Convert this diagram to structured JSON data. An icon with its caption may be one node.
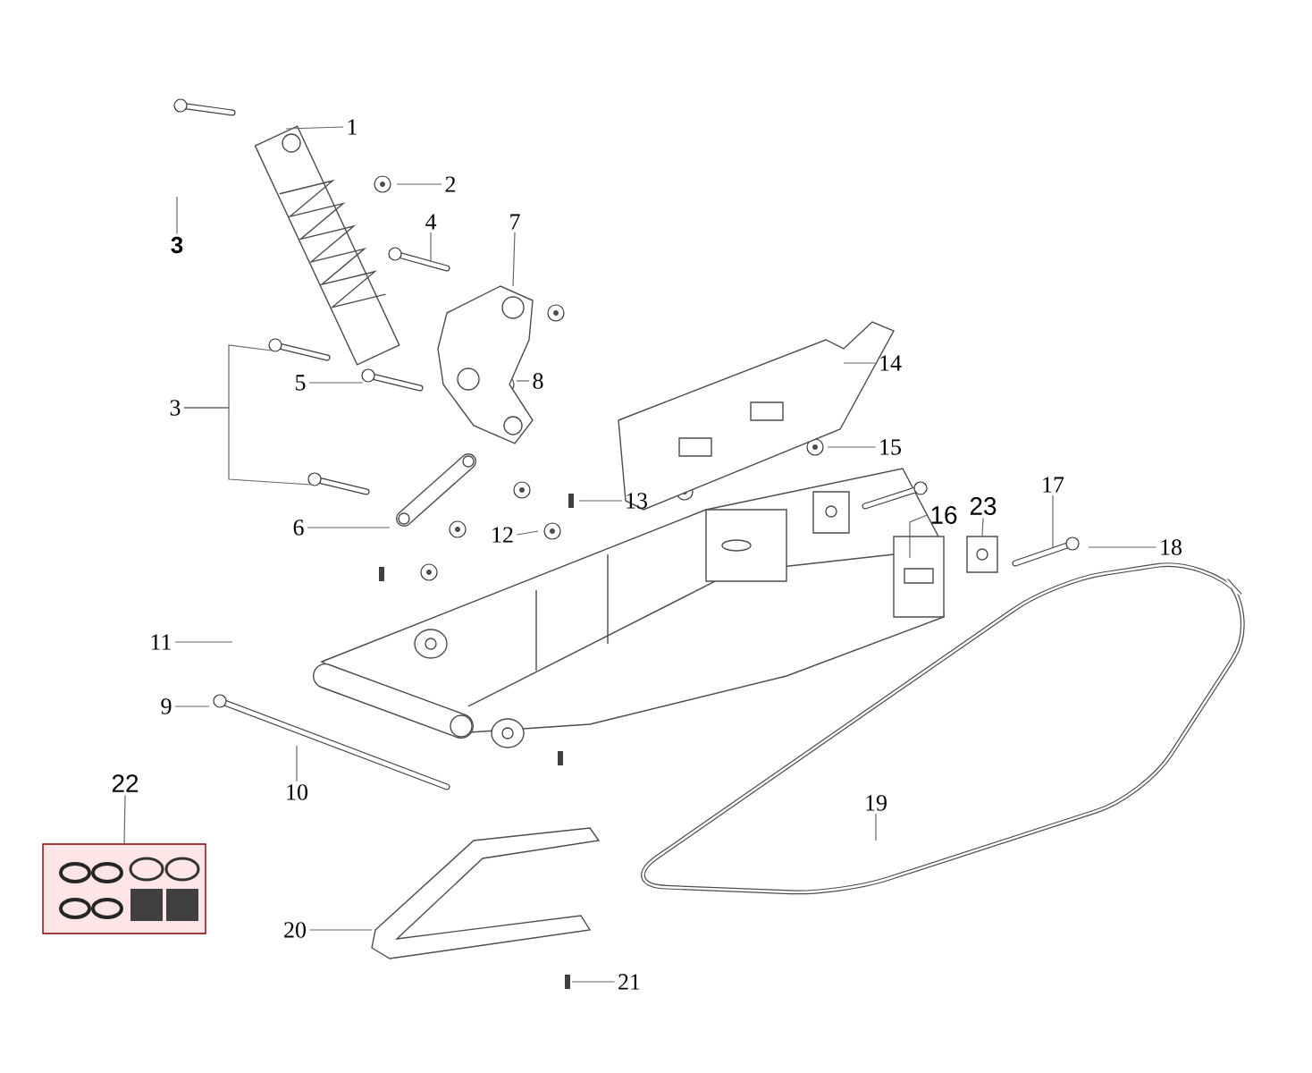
{
  "diagram": {
    "nodes": [
      {
        "text": [
          "1"
        ]
      },
      {
        "text": [
          "2"
        ]
      },
      {
        "text": [
          "3"
        ]
      },
      {
        "text": [
          "4"
        ]
      },
      {
        "text": [
          "7"
        ]
      },
      {
        "text": [
          "14"
        ]
      },
      {
        "text": [
          "8"
        ]
      },
      {
        "text": [
          "5"
        ]
      },
      {
        "text": [
          "3"
        ]
      },
      {
        "text": [
          "15"
        ]
      },
      {
        "text": [
          "17"
        ]
      },
      {
        "text": [
          "13"
        ]
      },
      {
        "text": [
          "23"
        ]
      },
      {
        "text": [
          "16"
        ]
      },
      {
        "text": [
          "6"
        ]
      },
      {
        "text": [
          "12"
        ]
      },
      {
        "text": [
          "18"
        ]
      },
      {
        "text": [
          "11"
        ]
      },
      {
        "text": [
          "9"
        ]
      },
      {
        "text": [
          "22"
        ]
      },
      {
        "text": [
          "10"
        ]
      },
      {
        "text": [
          "19"
        ]
      },
      {
        "text": [
          "20"
        ]
      },
      {
        "text": [
          "21"
        ]
      },
      {
        "text": [],
        "shape": "picture"
      },
      {
        "text": [],
        "shape": "picture"
      },
      {
        "text": [],
        "shape": "picture"
      },
      {
        "text": [],
        "shape": "box"
      }
    ],
    "edges": [
      {
        "from": 0,
        "to": null,
        "arrow": "none"
      },
      {
        "from": 1,
        "to": null,
        "arrow": "none"
      },
      {
        "from": 2,
        "to": null,
        "arrow": "none"
      },
      {
        "from": 3,
        "to": null,
        "arrow": "none"
      },
      {
        "from": 4,
        "to": null,
        "arrow": "none"
      },
      {
        "from": 5,
        "to": null,
        "arrow": "none"
      },
      {
        "from": 6,
        "to": null,
        "arrow": "none"
      },
      {
        "from": 7,
        "to": null,
        "arrow": "none"
      },
      {
        "from": 8,
        "to": 25,
        "arrow": "none"
      },
      {
        "from": 8,
        "to": 26,
        "arrow": "none"
      },
      {
        "from": 9,
        "to": null,
        "arrow": "none"
      },
      {
        "from": 10,
        "to": null,
        "arrow": "none"
      },
      {
        "from": 11,
        "to": null,
        "arrow": "none"
      },
      {
        "from": 12,
        "to": 27,
        "arrow": "none"
      },
      {
        "from": 13,
        "to": null,
        "arrow": "none"
      },
      {
        "from": 14,
        "to": null,
        "arrow": "none"
      },
      {
        "from": 15,
        "to": null,
        "arrow": "none"
      },
      {
        "from": 16,
        "to": null,
        "arrow": "none"
      },
      {
        "from": 17,
        "to": null,
        "arrow": "none"
      },
      {
        "from": 18,
        "to": null,
        "arrow": "none"
      },
      {
        "from": 19,
        "to": 24,
        "arrow": "none"
      },
      {
        "from": 20,
        "to": null,
        "arrow": "none"
      },
      {
        "from": 21,
        "to": null,
        "arrow": "none"
      },
      {
        "from": 22,
        "to": null,
        "arrow": "none"
      },
      {
        "from": 23,
        "to": null,
        "arrow": "none"
      }
    ]
  }
}
